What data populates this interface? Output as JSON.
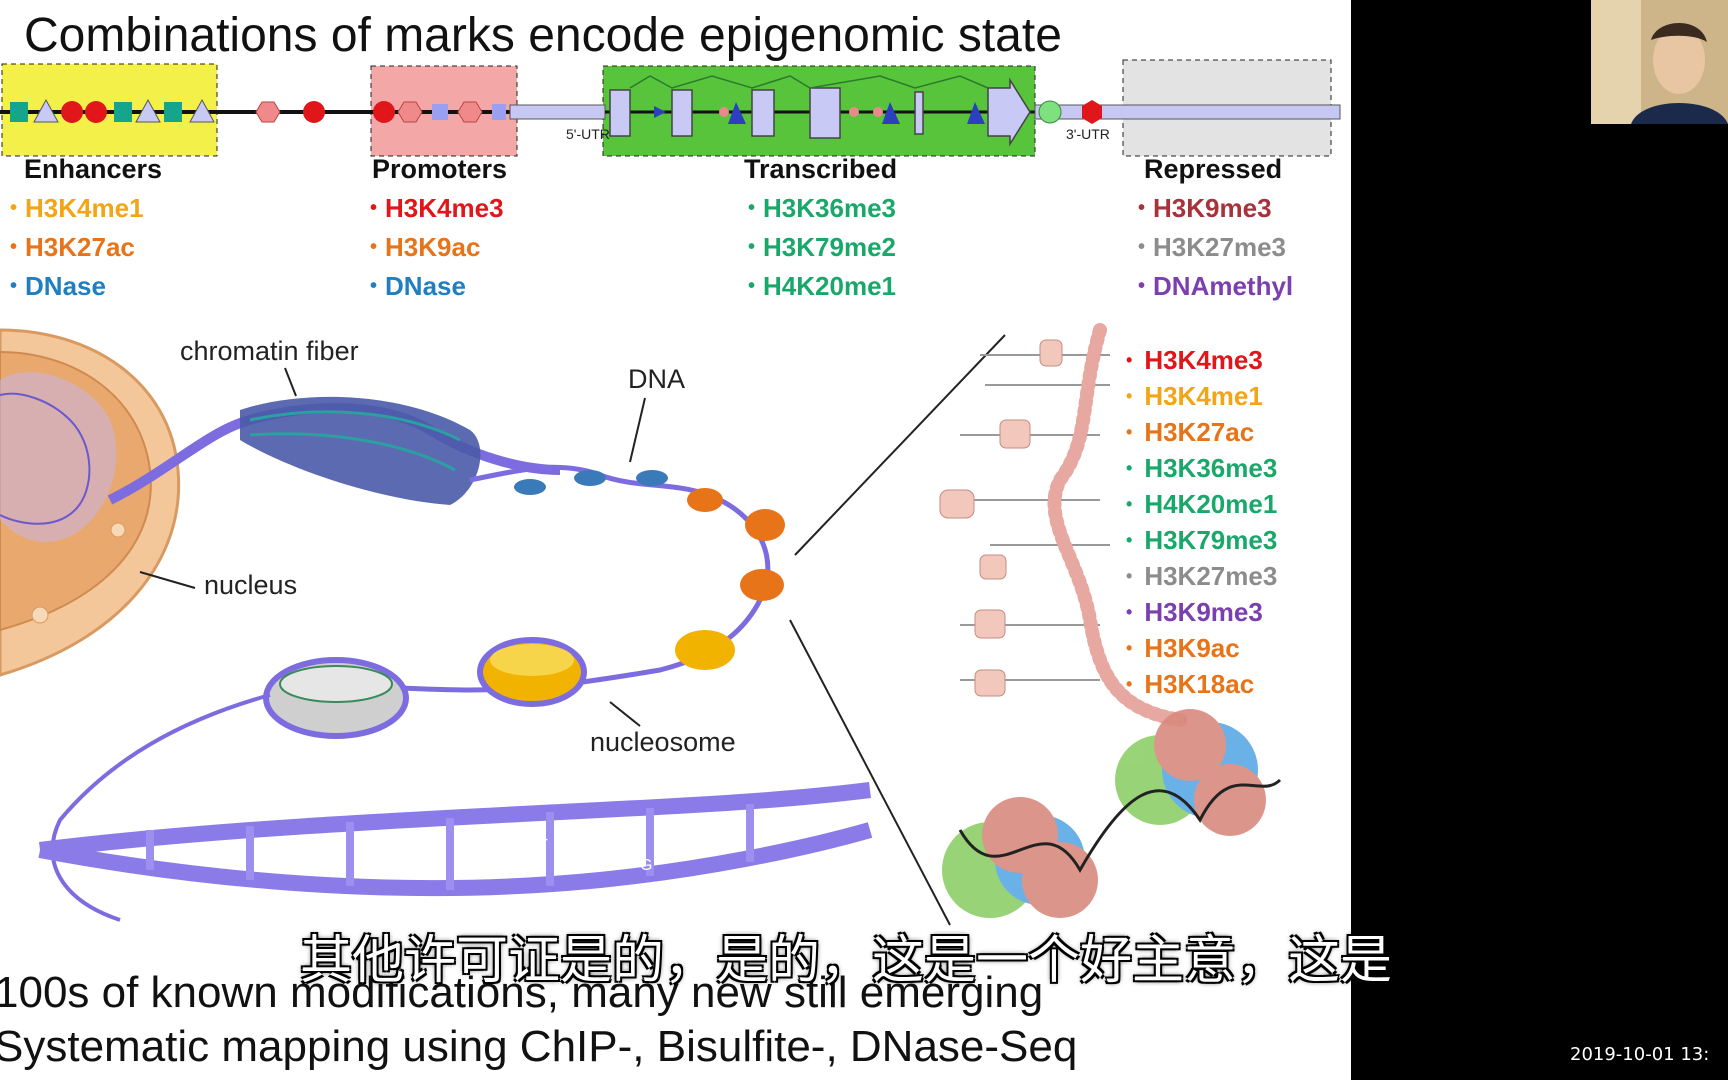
{
  "slide": {
    "title": "Combinations of marks encode epigenomic state",
    "track_labels": {
      "utr5": "5'-UTR",
      "utr3": "3'-UTR"
    },
    "sections": [
      {
        "heading": "Enhancers",
        "marks": [
          {
            "label": "H3K4me1",
            "color": "#f2a516"
          },
          {
            "label": "H3K27ac",
            "color": "#e8741a"
          },
          {
            "label": "DNase",
            "color": "#1f7fc0"
          }
        ]
      },
      {
        "heading": "Promoters",
        "marks": [
          {
            "label": "H3K4me3",
            "color": "#e0161b"
          },
          {
            "label": "H3K9ac",
            "color": "#e8741a"
          },
          {
            "label": "DNase",
            "color": "#1f7fc0"
          }
        ]
      },
      {
        "heading": "Transcribed",
        "marks": [
          {
            "label": "H3K36me3",
            "color": "#1aa86a"
          },
          {
            "label": "H3K79me2",
            "color": "#1aa86a"
          },
          {
            "label": "H4K20me1",
            "color": "#1aa86a"
          }
        ]
      },
      {
        "heading": "Repressed",
        "marks": [
          {
            "label": "H3K9me3",
            "color": "#a8323c"
          },
          {
            "label": "H3K27me3",
            "color": "#8c8c8c"
          },
          {
            "label": "DNAmethyl",
            "color": "#7b3fb0"
          }
        ]
      }
    ],
    "figure_labels": {
      "chromatin_fiber": "chromatin fiber",
      "dna": "DNA",
      "nucleus": "nucleus",
      "nucleosome": "nucleosome"
    },
    "histone_marks": [
      {
        "label": "H3K4me3",
        "color": "#e0161b"
      },
      {
        "label": "H3K4me1",
        "color": "#f2a516"
      },
      {
        "label": "H3K27ac",
        "color": "#e8741a"
      },
      {
        "label": "H3K36me3",
        "color": "#1aa86a"
      },
      {
        "label": "H4K20me1",
        "color": "#1aa86a"
      },
      {
        "label": "H3K79me3",
        "color": "#1aa86a"
      },
      {
        "label": "H3K27me3",
        "color": "#8c8c8c"
      },
      {
        "label": "H3K9me3",
        "color": "#7b3fb0"
      },
      {
        "label": "H3K9ac",
        "color": "#e8741a"
      },
      {
        "label": "H3K18ac",
        "color": "#e8741a"
      }
    ],
    "bottom_lines": [
      "100s of known modifications, many new still emerging",
      "Systematic mapping using ChIP-, Bisulfite-, DNase-Seq"
    ]
  },
  "subtitle": "其他许可证是的，是的，这是一个好主意，这是",
  "timestamp": "2019-10-01  13:",
  "icons": {
    "webcam": "person-video-icon"
  }
}
